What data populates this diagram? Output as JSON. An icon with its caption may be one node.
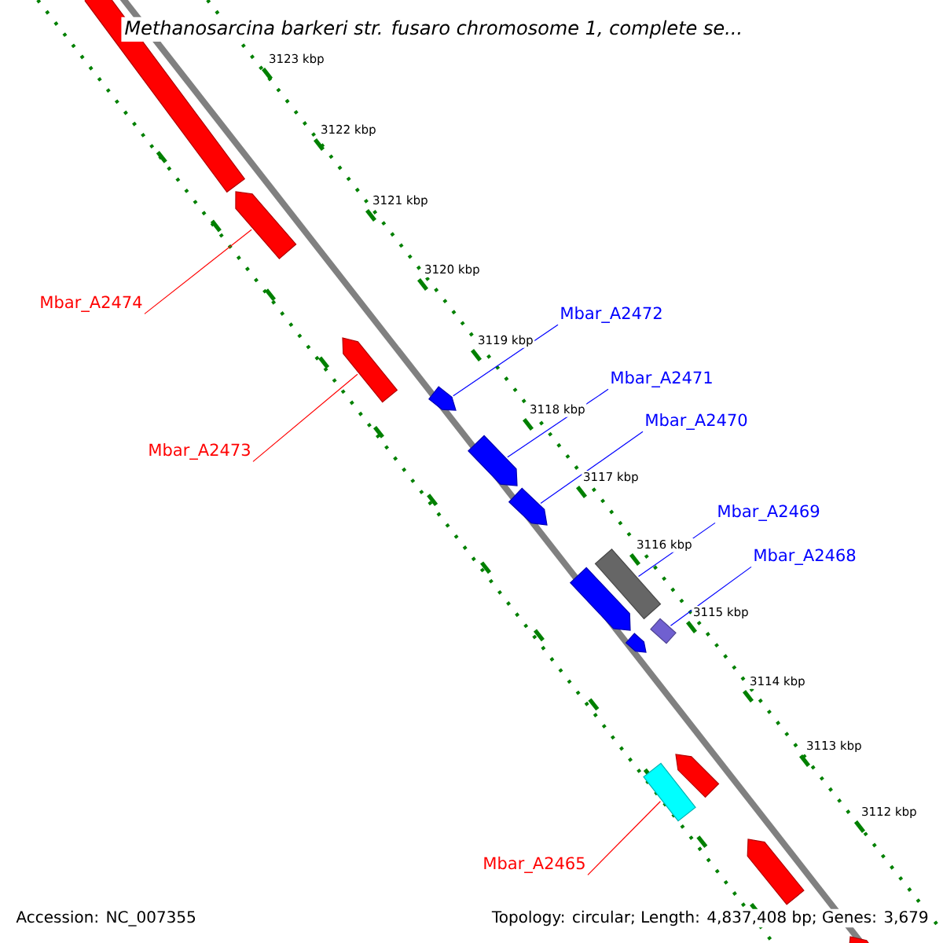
{
  "diagram": {
    "title": "Methanosarcina barkeri str. fusaro chromosome 1, complete se...",
    "nodes": [
      {
        "text": [],
        "shape": "arrow"
      },
      {
        "text": [],
        "shape": "arrow"
      },
      {
        "text": [
          "Mbar_A2474"
        ]
      },
      {
        "text": [
          "Mbar_A2472"
        ]
      },
      {
        "text": [],
        "shape": "arrow"
      },
      {
        "text": [
          "Mbar_A2471"
        ]
      },
      {
        "text": [],
        "shape": "arrow"
      },
      {
        "text": [
          "Mbar_A2470"
        ]
      },
      {
        "text": [
          "Mbar_A2473"
        ]
      },
      {
        "text": [],
        "shape": "arrow"
      },
      {
        "text": [],
        "shape": "arrow"
      },
      {
        "text": [
          "Mbar_A2469"
        ]
      },
      {
        "text": [],
        "shape": "bar"
      },
      {
        "text": [
          "Mbar_A2468"
        ]
      },
      {
        "text": [],
        "shape": "arrow"
      },
      {
        "text": [],
        "shape": "bar"
      },
      {
        "text": [],
        "shape": "arrow"
      },
      {
        "text": [],
        "shape": "arrow"
      },
      {
        "text": [],
        "shape": "bar"
      },
      {
        "text": [
          "Mbar_A2465"
        ]
      },
      {
        "text": [],
        "shape": "arrow"
      },
      {
        "text": [],
        "shape": "arrow"
      }
    ],
    "edges": [
      {
        "from": 2,
        "to": 1,
        "arrow": "none",
        "color": "#ff0000"
      },
      {
        "from": 3,
        "to": 6,
        "arrow": "none"
      },
      {
        "from": 5,
        "to": 9,
        "arrow": "none"
      },
      {
        "from": 7,
        "to": 10,
        "arrow": "none"
      },
      {
        "from": 8,
        "to": 4,
        "arrow": "none",
        "color": "#ff0000"
      },
      {
        "from": 11,
        "to": 12,
        "arrow": "none"
      },
      {
        "from": 13,
        "to": 15,
        "arrow": "none"
      },
      {
        "from": 19,
        "to": 18,
        "arrow": "none",
        "color": "#ff0000"
      }
    ],
    "labels": [
      "3123 kbp",
      "3122 kbp",
      "3121 kbp",
      "3120 kbp",
      "3119 kbp",
      "3118 kbp",
      "3117 kbp",
      "3116 kbp",
      "3115 kbp",
      "3114 kbp",
      "3113 kbp",
      "3112 kbp",
      "Accession: NC_007355",
      "Topology: circular; Length: 4,837,408 bp; Genes: 3,679"
    ]
  }
}
